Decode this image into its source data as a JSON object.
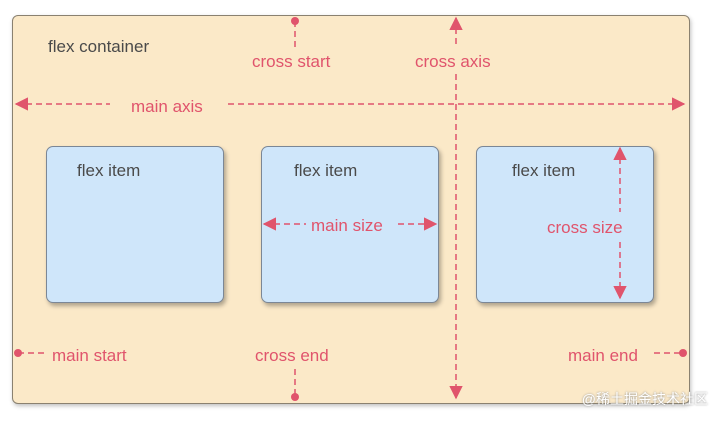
{
  "labels": {
    "flex_container": "flex container",
    "flex_item": "flex item",
    "cross_start": "cross start",
    "cross_axis": "cross axis",
    "main_axis": "main axis",
    "main_size": "main size",
    "cross_size": "cross size",
    "main_start": "main start",
    "cross_end": "cross end",
    "main_end": "main end"
  },
  "watermark": "@稀土掘金技术社区",
  "colors": {
    "container_fill": "#fbe9c8",
    "item_fill": "#cfe6fa",
    "accent": "#e0546c",
    "text": "#4a4a4a"
  }
}
